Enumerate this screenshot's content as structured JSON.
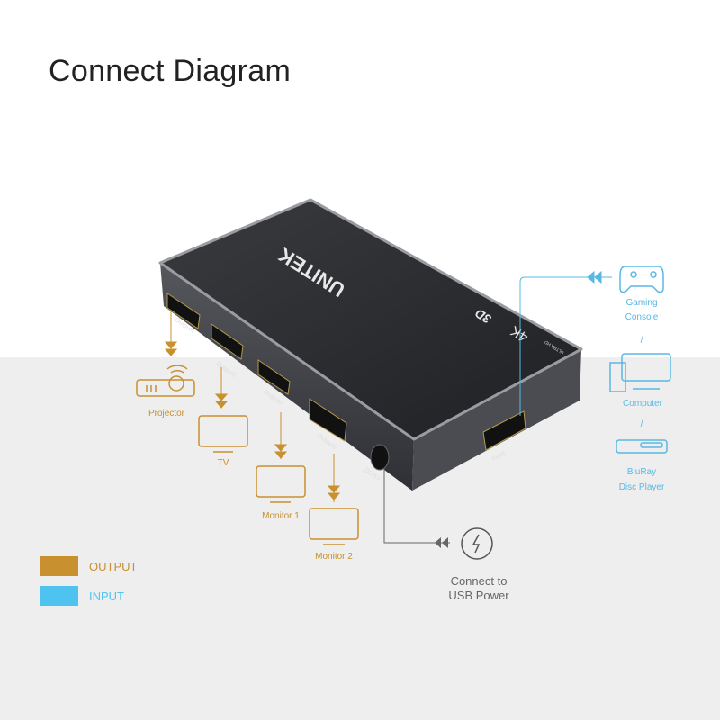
{
  "title": "Connect Diagram",
  "device": {
    "brand": "UNITEK",
    "badge_4k": "4K",
    "badge_3d": "3D",
    "badge_sub": "ULTRA HD",
    "ports": [
      "Output4",
      "Output3",
      "Output2",
      "Output1",
      "DC/5V",
      "Input"
    ]
  },
  "outputs": [
    "Projector",
    "TV",
    "Monitor 1",
    "Monitor 2"
  ],
  "inputs": {
    "gaming": [
      "Gaming",
      "Console"
    ],
    "computer": "Computer",
    "bluray": [
      "BluRay",
      "Disc Player"
    ],
    "separator": "/"
  },
  "power": [
    "Connect to",
    "USB Power"
  ],
  "legend": [
    {
      "label": "OUTPUT",
      "color": "#c8902e"
    },
    {
      "label": "INPUT",
      "color": "#4fc3f0"
    }
  ],
  "colors": {
    "output": "#c8902e",
    "input": "#5ab8e3",
    "device": "#2e2f33"
  }
}
